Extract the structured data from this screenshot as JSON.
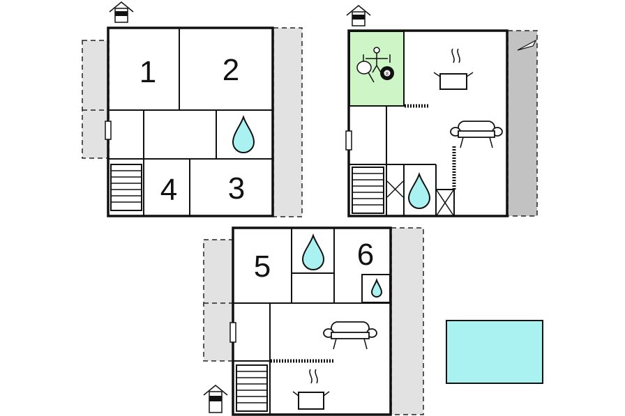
{
  "floorplan": {
    "rooms": [
      {
        "number": "1"
      },
      {
        "number": "2"
      },
      {
        "number": "3"
      },
      {
        "number": "4"
      },
      {
        "number": "5"
      },
      {
        "number": "6"
      }
    ],
    "billiard_ball_label": "8",
    "colors": {
      "game_room": "#cdf5c6",
      "pool": "#aaf2f2",
      "water_drop": "#aaf2f2",
      "terrace": "#e2e2e2",
      "terrace_dark": "#c2c2c2",
      "wall": "#111111"
    }
  }
}
